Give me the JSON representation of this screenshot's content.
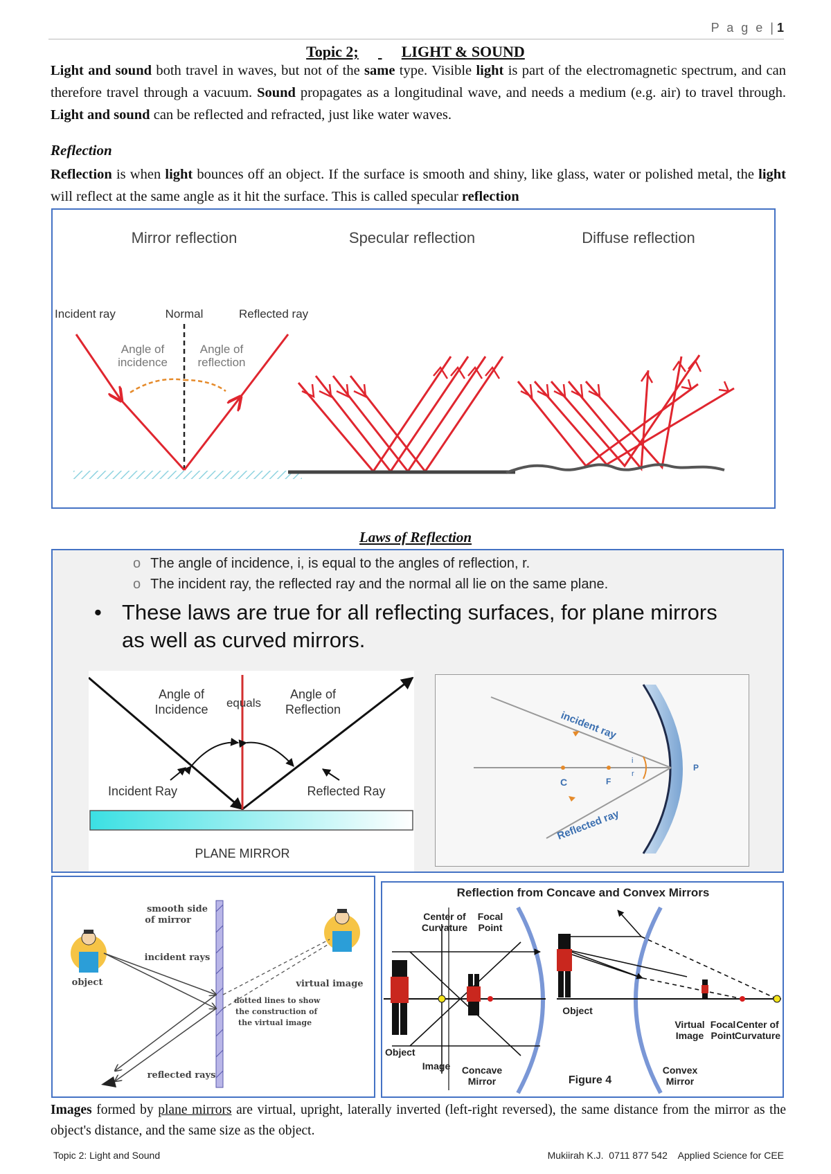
{
  "header": {
    "page_word": "P a g e |",
    "page_num": "1"
  },
  "title": {
    "topic": "Topic 2;",
    "name": "LIGHT & SOUND"
  },
  "intro": {
    "t1": "Light and sound",
    "t2": " both travel in waves, but not of the ",
    "t3": "same",
    "t4": " type. Visible ",
    "t5": "light",
    "t6": " is part of the electromagnetic spectrum, and can therefore travel through a vacuum. ",
    "t7": "Sound",
    "t8": " propagates as a longitudinal wave, and needs a medium (e.g. air) to travel through. ",
    "t9": "Light and sound",
    "t10": " can be reflected and refracted, just like water waves."
  },
  "reflection": {
    "heading": "Reflection",
    "p1": "Reflection",
    "p2": " is when ",
    "p3": "light",
    "p4": " bounces off an object. If the surface is smooth and shiny, like glass, water or polished metal, the ",
    "p5": "light",
    "p6": " will reflect at the same angle as it hit the surface. This is called specular ",
    "p7": "reflection"
  },
  "fig1": {
    "mirror_title": "Mirror reflection",
    "specular_title": "Specular reflection",
    "diffuse_title": "Diffuse reflection",
    "incident_ray": "Incident ray",
    "normal": "Normal",
    "reflected_ray": "Reflected ray",
    "angle_inc_1": "Angle of",
    "angle_inc_2": "incidence",
    "angle_ref_1": "Angle of",
    "angle_ref_2": "reflection"
  },
  "laws": {
    "title": "Laws of Reflection",
    "law1": "The angle of incidence, i, is equal to the angles of reflection, r.",
    "law2": "The incident ray, the reflected ray and the normal all lie on the same plane.",
    "bullet": "These laws are true for all reflecting surfaces, for plane mirrors as well as curved mirrors."
  },
  "fig2": {
    "angle_inc_1": "Angle of",
    "angle_inc_2": "Incidence",
    "equals": "equals",
    "angle_ref_1": "Angle of",
    "angle_ref_2": "Reflection",
    "incident_ray": "Incident Ray",
    "reflected_ray": "Reflected Ray",
    "mirror": "PLANE MIRROR"
  },
  "fig3": {
    "incident_ray": "incident ray",
    "reflected_ray": "Reflected ray",
    "c": "C",
    "f": "F",
    "i": "i",
    "r": "r",
    "p": "P"
  },
  "fig4": {
    "smooth_1": "smooth side",
    "smooth_2": "of mirror",
    "incident_rays": "incident rays",
    "object": "object",
    "virtual_image": "virtual image",
    "dotted_1": "dotted lines to show",
    "dotted_2": "the construction of",
    "dotted_3": "the virtual image",
    "reflected_rays": "reflected rays"
  },
  "fig5": {
    "title": "Reflection from Concave and Convex Mirrors",
    "coc_1": "Center of",
    "coc_2": "Curvature",
    "fp_1": "Focal",
    "fp_2": "Point",
    "object": "Object",
    "image": "Image",
    "concave_1": "Concave",
    "concave_2": "Mirror",
    "figure": "Figure 4",
    "object2": "Object",
    "vi_1": "Virtual",
    "vi_2": "Image",
    "fp2_1": "Focal",
    "fp2_2": "Point",
    "coc2_1": "Center of",
    "coc2_2": "Curvature",
    "convex_1": "Convex",
    "convex_2": "Mirror"
  },
  "closing": {
    "c1": "Images",
    "c2": " formed by ",
    "c3": "plane mirrors",
    "c4": " are virtual, upright, laterally inverted (left-right reversed), the same distance from the mirror as the object's distance, and the same size as the object."
  },
  "footer": {
    "left": "Topic 2: Light and Sound",
    "right": "Mukiirah K.J.  0711 877 542    Applied Science for CEE"
  },
  "colors": {
    "ray_red": "#e0262f",
    "frame_blue": "#4472c4",
    "angle_orange": "#e58a2a"
  }
}
